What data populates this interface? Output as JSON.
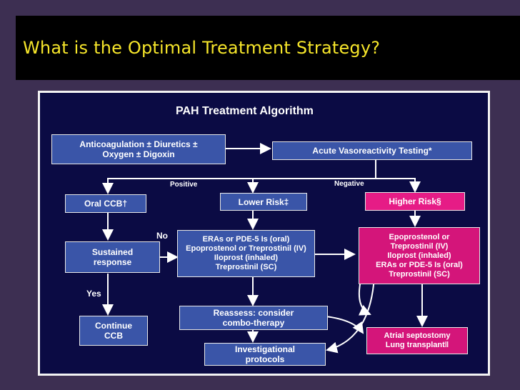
{
  "slide": {
    "title": "What is the Optimal Treatment Strategy?"
  },
  "diagram": {
    "title": "PAH Treatment Algorithm",
    "boxes": {
      "anticoag_line1": "Anticoagulation ± Diuretics ±",
      "anticoag_line2": "Oxygen ± Digoxin",
      "vaso": "Acute Vasoreactivity Testing*",
      "oral_ccb": "Oral CCB†",
      "lower_risk": "Lower Risk‡",
      "higher_risk": "Higher Risk§",
      "sustained_line1": "Sustained",
      "sustained_line2": "response",
      "lower_tx_line1": "ERAs or PDE-5 Is (oral)",
      "lower_tx_line2": "Epoprostenol or Treprostinil (IV)",
      "lower_tx_line3": "Iloprost (inhaled)",
      "lower_tx_line4": "Treprostinil (SC)",
      "higher_tx_line1": "Epoprostenol or",
      "higher_tx_line2": "Treprostinil (IV)",
      "higher_tx_line3": "Iloprost (inhaled)",
      "higher_tx_line4": "ERAs or PDE-5 Is (oral)",
      "higher_tx_line5": "Treprostinil (SC)",
      "continue_line1": "Continue",
      "continue_line2": "CCB",
      "reassess_line1": "Reassess: consider",
      "reassess_line2": "combo-therapy",
      "invest_line1": "Investigational",
      "invest_line2": "protocols",
      "atrial_line1": "Atrial septostomy",
      "atrial_line2": "Lung transplant‖"
    },
    "labels": {
      "positive": "Positive",
      "negative": "Negative",
      "no": "No",
      "yes": "Yes"
    },
    "colors": {
      "background": "#0b0b44",
      "blue_box": "#3a55a8",
      "pink_box": "#d4157a",
      "title_text": "#f5e52a"
    }
  }
}
